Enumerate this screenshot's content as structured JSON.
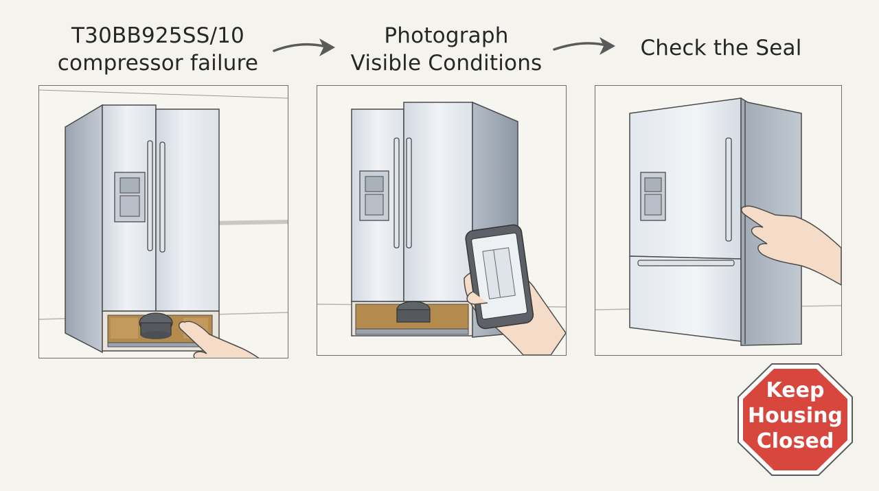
{
  "steps": [
    {
      "lines": [
        "T30BB925SS/10",
        "compressor failure"
      ]
    },
    {
      "lines": [
        "Photograph",
        "Visible Conditions"
      ]
    },
    {
      "lines": [
        "Check the Seal"
      ]
    }
  ],
  "warning_sign": {
    "lines": [
      "Keep",
      "Housing",
      "Closed"
    ]
  },
  "colors": {
    "background": "#f4f3ee",
    "sign_red": "#d8473e",
    "stainless": "#e4e8ee",
    "outline": "#4a4a4a"
  },
  "icons": [
    "arrow-right-icon",
    "refrigerator-illustration",
    "hand-pointing-illustration",
    "smartphone-illustration",
    "compressor-illustration",
    "stop-sign-icon"
  ]
}
